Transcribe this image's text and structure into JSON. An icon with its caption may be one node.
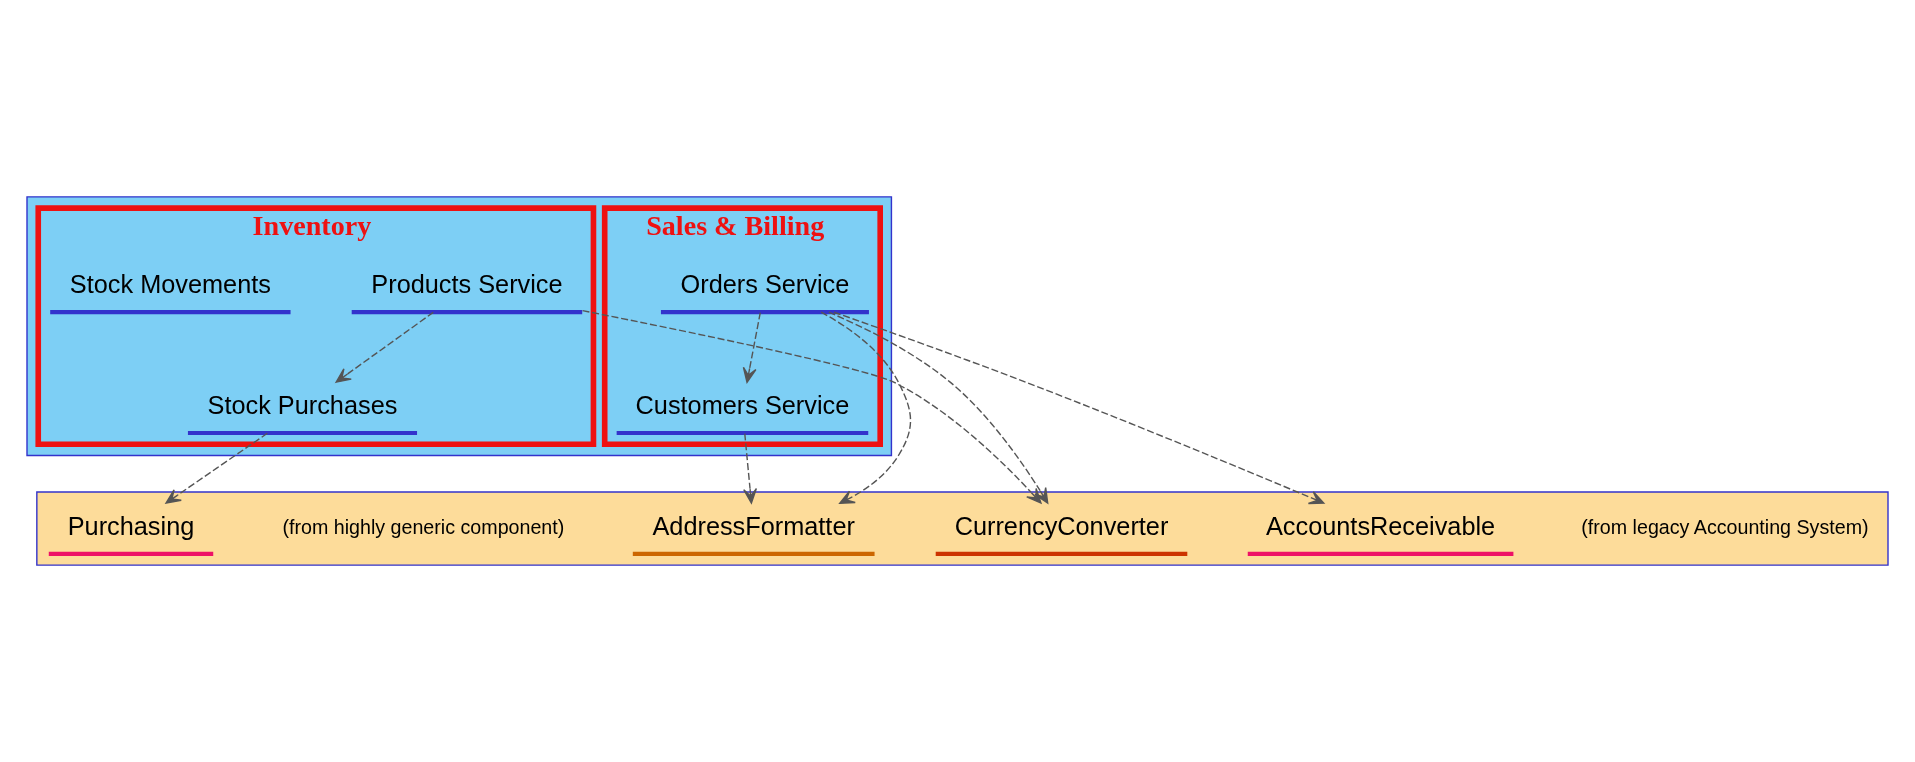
{
  "diagram": {
    "nodes": [
      {
        "text": [],
        "shape": "box"
      },
      {
        "text": [
          "Sales & Billing"
        ],
        "in": 0
      },
      {
        "text": [
          "Orders Service"
        ],
        "in": 1
      },
      {
        "text": [
          "Customers Service"
        ],
        "in": 1
      },
      {
        "text": [
          "Inventory"
        ],
        "in": 0
      },
      {
        "text": [
          "Products Service"
        ],
        "in": 4
      },
      {
        "text": [
          "Stock Movements"
        ],
        "in": 4
      },
      {
        "text": [
          "Stock Purchases"
        ],
        "in": 4
      },
      {
        "text": [],
        "shape": "box"
      },
      {
        "text": [
          "CurrencyConverter"
        ],
        "in": 8
      },
      {
        "text": [
          "AddressFormatter"
        ],
        "in": 8
      },
      {
        "text": [
          "AccountsReceivable"
        ],
        "beside": [
          "(from legacy Accounting System)"
        ],
        "in": 8
      },
      {
        "text": [
          "Purchasing"
        ],
        "beside": [
          "(from highly generic component)"
        ],
        "in": 8
      }
    ],
    "edges": [
      {
        "from": 2,
        "to": 3,
        "arrow": "to",
        "style": "dashed"
      },
      {
        "from": 2,
        "to": 10,
        "arrow": "to",
        "style": "dashed"
      },
      {
        "from": 2,
        "to": 11,
        "arrow": "to",
        "style": "dashed"
      },
      {
        "from": 2,
        "to": 9,
        "arrow": "to",
        "style": "dashed"
      },
      {
        "from": 3,
        "to": 10,
        "arrow": "to",
        "style": "dashed"
      },
      {
        "from": 5,
        "to": 7,
        "arrow": "to",
        "style": "dashed"
      },
      {
        "from": 5,
        "to": 9,
        "arrow": "to",
        "style": "dashed"
      },
      {
        "from": 7,
        "to": 12,
        "arrow": "to",
        "style": "dashed"
      }
    ]
  }
}
